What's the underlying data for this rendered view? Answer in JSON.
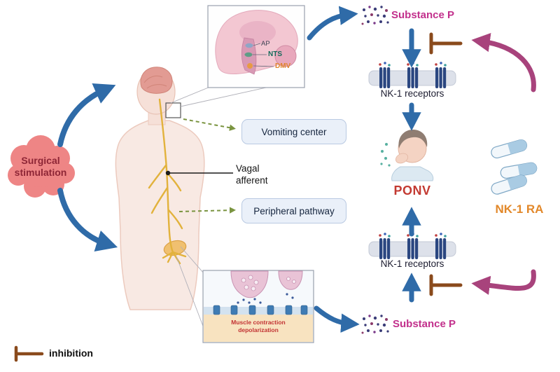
{
  "figure": {
    "type": "mechanism-diagram",
    "topic": "Surgical stimulation triggers Substance P release via central and peripheral vagal pathways causing PONV; NK-1 receptor antagonists inhibit this"
  },
  "labels": {
    "surgical_stimulation": "Surgical\nstimulation",
    "vomiting_center": "Vomiting center",
    "vagal_afferent": "Vagal\nafferent",
    "peripheral_pathway": "Peripheral pathway",
    "substance_p_top": "Substance P",
    "substance_p_bottom": "Substance P",
    "nk1_receptors_top": "NK-1 receptors",
    "nk1_receptors_bottom": "NK-1 receptors",
    "ponv": "PONV",
    "nk1_ra": "NK-1 RA",
    "inhibition_legend": "inhibition",
    "brainstem": {
      "ap": "AP",
      "nts": "NTS",
      "dmv": "DMV"
    },
    "muscle_caption": "Muscle contraction\ndepolarization"
  },
  "colors": {
    "arrow_blue": "#2f6ba8",
    "arrow_magenta": "#a8437c",
    "inhibition_brown": "#8a4a1c",
    "substance_p_text": "#c2308c",
    "ponv_text": "#c33a32",
    "nk1_ra_text": "#e2882a",
    "cloud_fill": "#ee8585",
    "cloud_text": "#8e2636",
    "info_box_fill": "#eaf0f9",
    "info_box_border": "#b9c9e2",
    "vagal_nerve_yellow": "#e2b23c",
    "green_dashed_arrow": "#7a9440",
    "receptor_bar_fill": "#dde1ea",
    "receptor_channel": "#2a4680"
  }
}
